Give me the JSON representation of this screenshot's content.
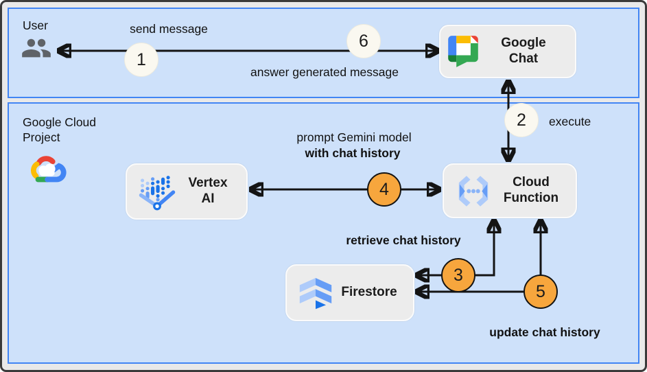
{
  "colors": {
    "outer_bg": "#e9e9e9",
    "panel_fill": "#cee1fa",
    "panel_border": "#4285f4",
    "node_fill": "#ececec",
    "step_cream": "#faf8f0",
    "step_orange": "#f7a63d",
    "arrow_color": "#141414",
    "g_blue": "#4285f4",
    "g_red": "#ea4335",
    "g_yellow": "#fbbc04",
    "g_green": "#34a853",
    "g_dark_green": "#188038",
    "g_light_blue": "#aecbfa",
    "g_mid_blue": "#669df6",
    "g_deep_blue": "#1a73e8",
    "user_icon_gray": "#5f6368"
  },
  "zones": {
    "user": {
      "title": "User"
    },
    "gcp": {
      "title": "Google Cloud Project"
    }
  },
  "nodes": {
    "google_chat": {
      "line1": "Google",
      "line2": "Chat"
    },
    "vertex_ai": {
      "line1": "Vertex",
      "line2": "AI"
    },
    "cloud_function": {
      "line1": "Cloud",
      "line2": "Function"
    },
    "firestore": {
      "label": "Firestore"
    }
  },
  "edges": {
    "send_message": {
      "label": "send message",
      "step": "1"
    },
    "answer": {
      "label": "answer generated message",
      "step": "6"
    },
    "execute": {
      "label": "execute",
      "step": "2"
    },
    "prompt": {
      "label_line1": "prompt Gemini model",
      "label_line2": "with chat history",
      "step": "4"
    },
    "retrieve": {
      "label": "retrieve chat history",
      "step": "3"
    },
    "update": {
      "label": "update chat history",
      "step": "5"
    }
  }
}
